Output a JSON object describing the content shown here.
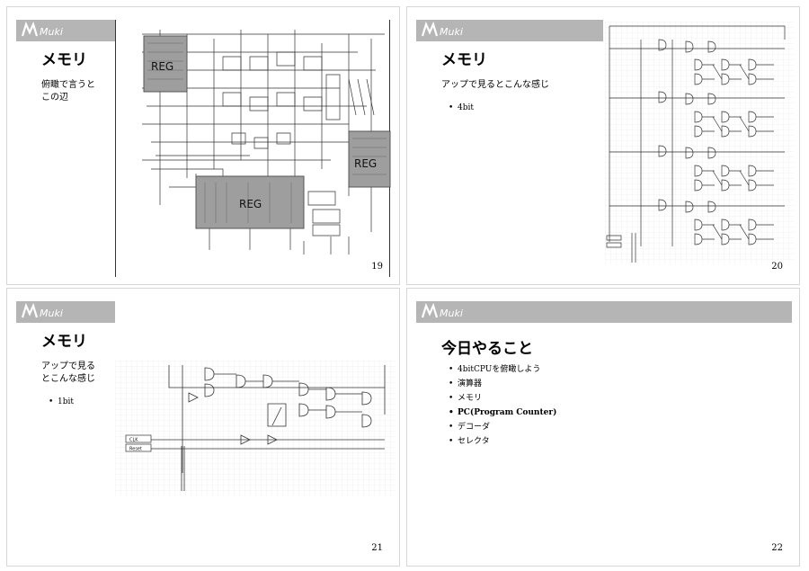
{
  "logo": {
    "text": "Muki",
    "subtitle": "Computer Science"
  },
  "slides": [
    {
      "page": "19",
      "title": "メモリ",
      "subtitle": "俯瞰で言うと\nこの辺",
      "diagram_labels": [
        "REG",
        "REG",
        "REG"
      ]
    },
    {
      "page": "20",
      "title": "メモリ",
      "subtitle": "アップで見るとこんな感じ",
      "bullets": [
        "4bit"
      ]
    },
    {
      "page": "21",
      "title": "メモリ",
      "subtitle": "アップで見る\nとこんな感じ",
      "bullets": [
        "1bit"
      ],
      "diagram_labels": [
        "CLK",
        "Reset"
      ]
    },
    {
      "page": "22",
      "title": "今日やること",
      "bullets": [
        "4bitCPUを俯瞰しよう",
        "演算器",
        "メモリ",
        "PC(Program Counter)",
        "デコーダ",
        "セレクタ"
      ]
    }
  ],
  "colors": {
    "banner": "#b5b5b5",
    "reg_box": "#9e9e9e",
    "grid": "#e3e3e3",
    "wire": "#333333"
  }
}
